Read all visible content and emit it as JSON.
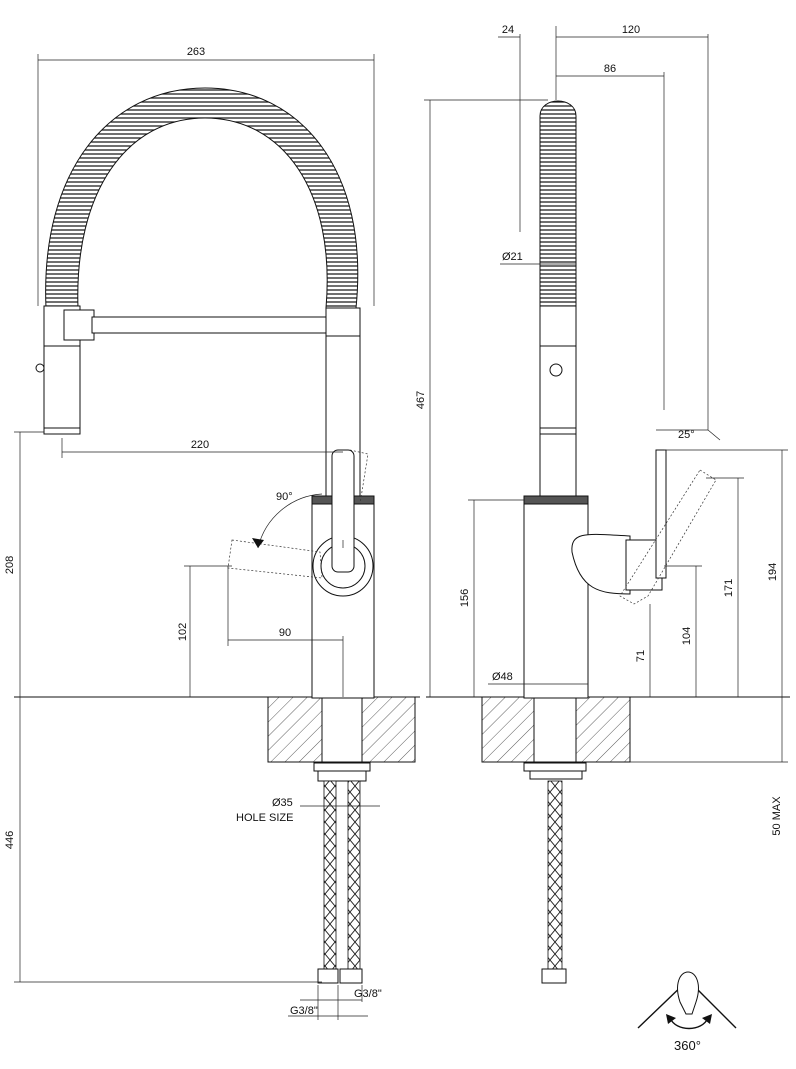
{
  "dimensions": {
    "overall_width": "263",
    "spout_reach": "220",
    "handle_rotation": "90°",
    "base_to_spout_height": "208",
    "handle_height_front": "102",
    "handle_reach": "90",
    "counter_thickness": "446",
    "hole_diameter": "Ø35",
    "hole_size_label": "HOLE SIZE",
    "inlet_thread_right": "G3/8\"",
    "inlet_thread_left": "G3/8\"",
    "depth_24": "24",
    "depth_120": "120",
    "depth_86": "86",
    "hose_diameter": "Ø21",
    "total_height": "467",
    "lever_angle": "25°",
    "body_height": "156",
    "side_lever_base": "71",
    "side_lever_pivot": "104",
    "side_lever_mid": "171",
    "side_lever_top": "194",
    "base_diameter": "Ø48",
    "max_deck": "50 MAX",
    "swivel": "360°"
  }
}
